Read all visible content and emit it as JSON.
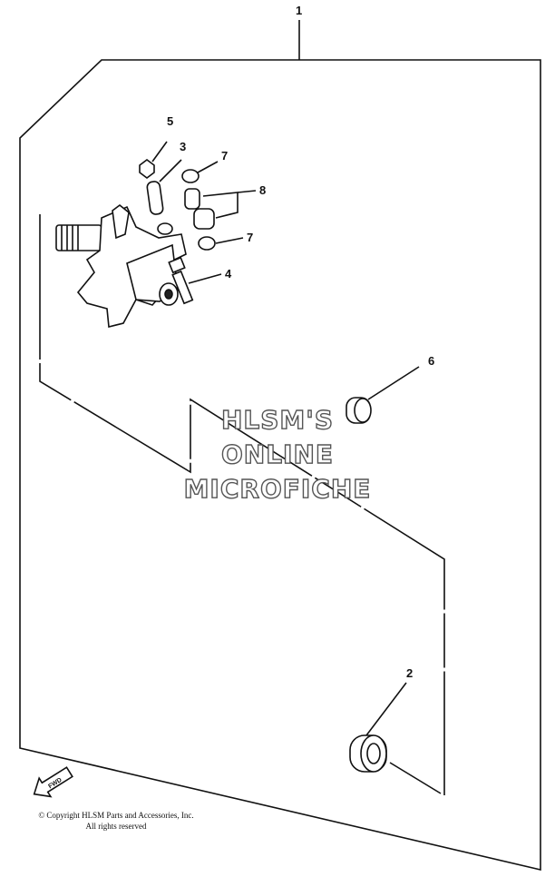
{
  "callouts": {
    "c1": "1",
    "c2": "2",
    "c3": "3",
    "c4": "4",
    "c5": "5",
    "c6": "6",
    "c7a": "7",
    "c7b": "7",
    "c8": "8"
  },
  "fwd_label": "FWD",
  "watermark": {
    "line1": "HLSM'S",
    "line2": "ONLINE",
    "line3": "MICROFICHE"
  },
  "copyright": {
    "line1": "© Copyright HLSM Parts and Accessories, Inc.",
    "line2": "All rights reserved"
  }
}
